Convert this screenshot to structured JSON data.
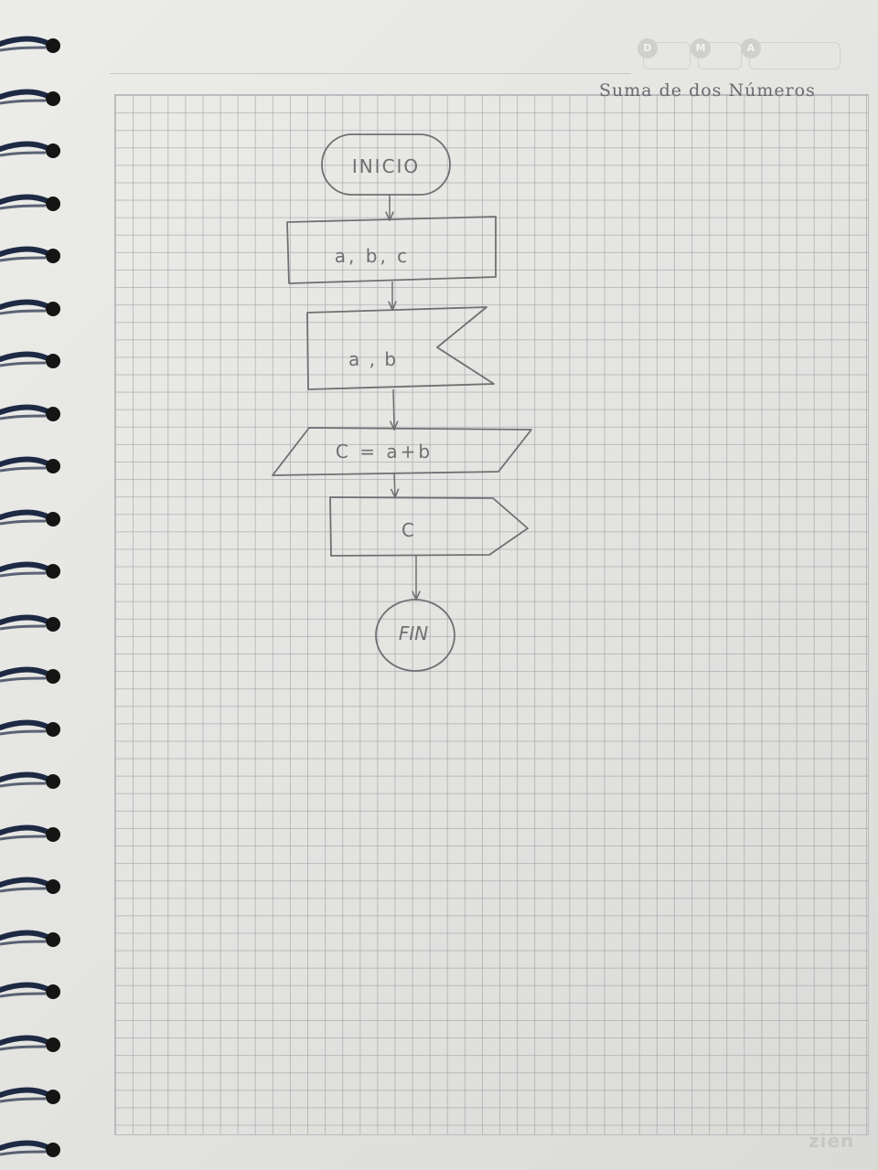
{
  "title": "Suma de dos Números",
  "date_labels": [
    "D",
    "M",
    "A"
  ],
  "brand": "zien",
  "flowchart": {
    "nodes": [
      {
        "id": "start",
        "shape": "terminator",
        "label": "INICIO"
      },
      {
        "id": "declare",
        "shape": "rectangle",
        "label": "a, b, c"
      },
      {
        "id": "input",
        "shape": "manual-input-flag",
        "label": "a , b"
      },
      {
        "id": "process",
        "shape": "parallelogram",
        "label": "C = a+b"
      },
      {
        "id": "output",
        "shape": "display-arrow",
        "label": "C"
      },
      {
        "id": "end",
        "shape": "circle",
        "label": "FIN"
      }
    ],
    "edges": [
      [
        "start",
        "declare"
      ],
      [
        "declare",
        "input"
      ],
      [
        "input",
        "process"
      ],
      [
        "process",
        "output"
      ],
      [
        "output",
        "end"
      ]
    ]
  },
  "colors": {
    "pencil": "#6f6f72",
    "grid": "#9a9ea3",
    "spiral": "#1e2a44"
  }
}
